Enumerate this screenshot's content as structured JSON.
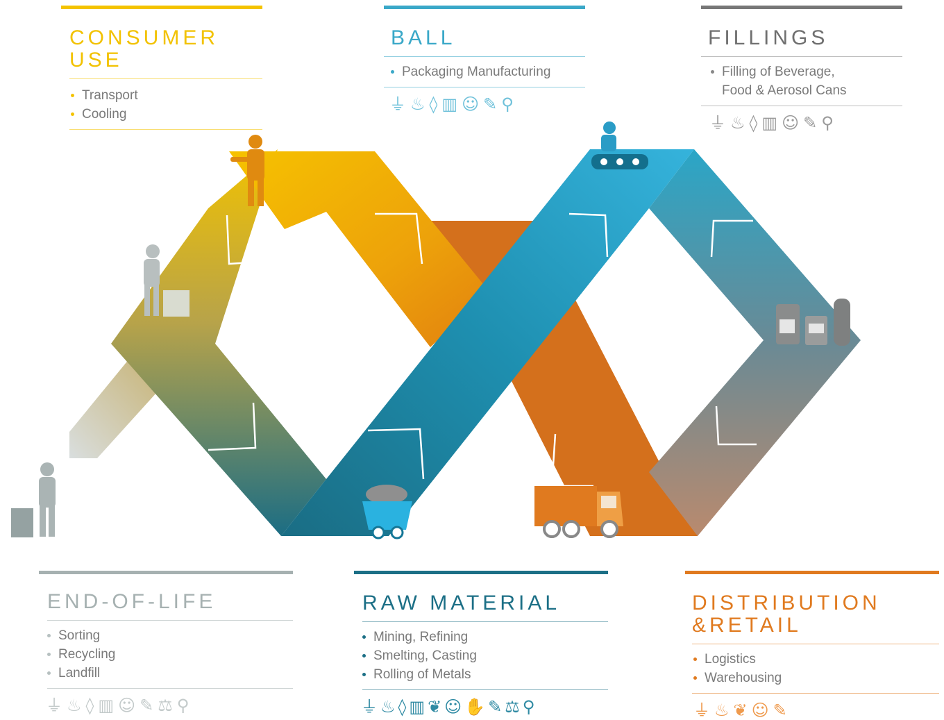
{
  "colors": {
    "consumer": "#f4c300",
    "ball": "#3aa8c8",
    "fillings": "#6f6f6f",
    "endoflife": "#a6b1b1",
    "raw": "#1c6f86",
    "distribution": "#e07a1f"
  },
  "panels": {
    "consumer_use": {
      "title": "CONSUMER USE",
      "items": [
        "Transport",
        "Cooling"
      ]
    },
    "ball": {
      "title": "BALL",
      "items": [
        "Packaging Manufacturing"
      ],
      "icons": [
        "plug-icon",
        "drop-icon",
        "water-drop-icon",
        "bin-icon",
        "mask-icon",
        "pencil-icon",
        "magnifier-icon"
      ]
    },
    "fillings": {
      "title": "FILLINGS",
      "items": [
        "Filling of Beverage, Food & Aerosol Cans"
      ],
      "icons": [
        "plug-icon",
        "drop-icon",
        "water-drop-icon",
        "bin-icon",
        "mask-icon",
        "pencil-icon",
        "magnifier-icon"
      ]
    },
    "end_of_life": {
      "title": "END-OF-LIFE",
      "items": [
        "Sorting",
        "Recycling",
        "Landfill"
      ],
      "icons": [
        "plug-icon",
        "drop-icon",
        "water-drop-icon",
        "bin-icon",
        "mask-icon",
        "pencil-icon",
        "scale-icon",
        "magnifier-icon"
      ]
    },
    "raw_material": {
      "title": "RAW MATERIAL",
      "items": [
        "Mining, Refining",
        "Smelting, Casting",
        "Rolling of Metals"
      ],
      "icons": [
        "plug-icon",
        "drop-icon",
        "water-drop-icon",
        "bin-icon",
        "leaf-icon",
        "mask-icon",
        "hand-icon",
        "pencil-icon",
        "scale-icon",
        "magnifier-icon"
      ]
    },
    "distribution": {
      "title": "DISTRIBUTION &RETAIL",
      "items": [
        "Logistics",
        "Warehousing"
      ],
      "icons": [
        "plug-icon",
        "drop-icon",
        "leaf-icon",
        "mask-icon",
        "pencil-icon"
      ]
    }
  }
}
